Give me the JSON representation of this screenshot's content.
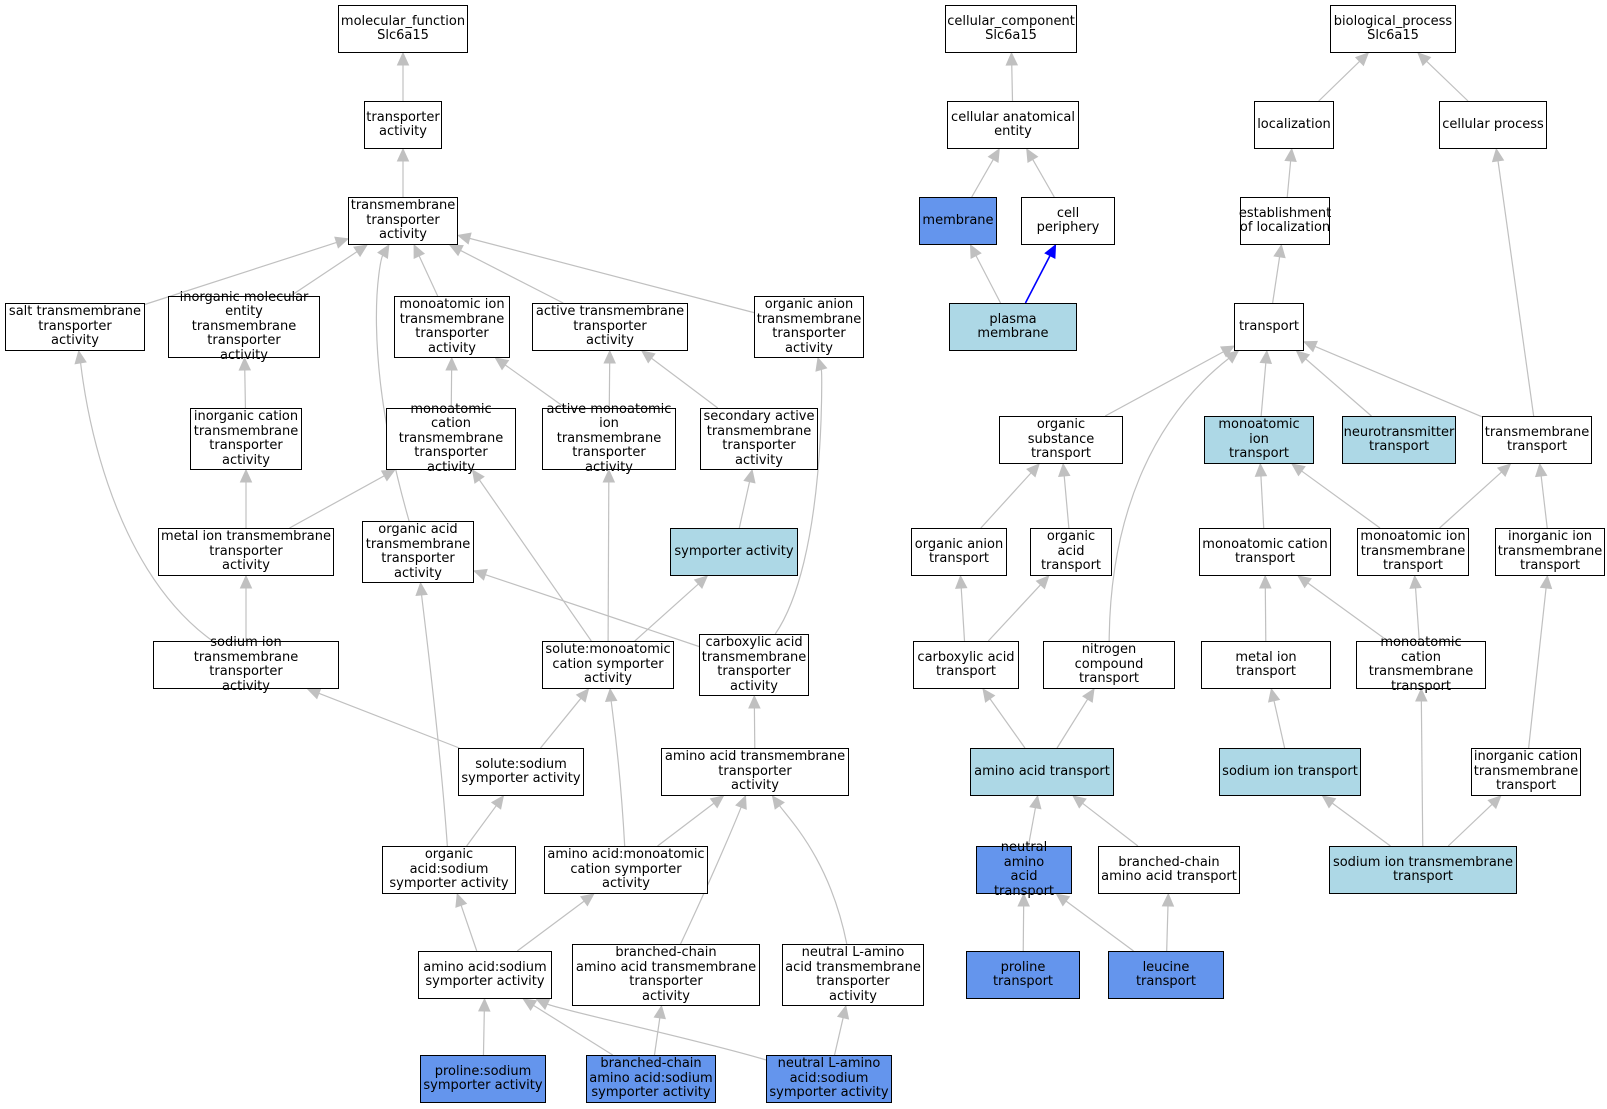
{
  "colors": {
    "plain": "#ffffff",
    "highlight_light": "#add8e6",
    "highlight_dark": "#6495ed",
    "edge": "#c0c0c0",
    "edge_special": "#0000ff"
  },
  "nodes": [
    {
      "id": "mf",
      "label": "molecular_function\nSlc6a15",
      "fill": "plain"
    },
    {
      "id": "ta",
      "label": "transporter\nactivity",
      "fill": "plain"
    },
    {
      "id": "tta",
      "label": "transmembrane\ntransporter\nactivity",
      "fill": "plain"
    },
    {
      "id": "salt",
      "label": "salt transmembrane\ntransporter\nactivity",
      "fill": "plain"
    },
    {
      "id": "inorgmol",
      "label": "inorganic molecular\nentity transmembrane\ntransporter\nactivity",
      "fill": "plain"
    },
    {
      "id": "monoion",
      "label": "monoatomic ion\ntransmembrane\ntransporter\nactivity",
      "fill": "plain"
    },
    {
      "id": "activetta",
      "label": "active transmembrane\ntransporter\nactivity",
      "fill": "plain"
    },
    {
      "id": "organion_a",
      "label": "organic anion\ntransmembrane\ntransporter\nactivity",
      "fill": "plain"
    },
    {
      "id": "inorgcat",
      "label": "inorganic cation\ntransmembrane\ntransporter\nactivity",
      "fill": "plain"
    },
    {
      "id": "monocat_a",
      "label": "monoatomic cation\ntransmembrane\ntransporter\nactivity",
      "fill": "plain"
    },
    {
      "id": "activemono",
      "label": "active monoatomic\nion transmembrane\ntransporter\nactivity",
      "fill": "plain"
    },
    {
      "id": "secactive",
      "label": "secondary active\ntransmembrane\ntransporter\nactivity",
      "fill": "plain"
    },
    {
      "id": "metalion_a",
      "label": "metal ion transmembrane\ntransporter\nactivity",
      "fill": "plain"
    },
    {
      "id": "organacid_a",
      "label": "organic acid\ntransmembrane\ntransporter\nactivity",
      "fill": "plain"
    },
    {
      "id": "symporter",
      "label": "symporter activity",
      "fill": "light"
    },
    {
      "id": "sodium_a",
      "label": "sodium ion transmembrane\ntransporter\nactivity",
      "fill": "plain"
    },
    {
      "id": "solmonocat",
      "label": "solute:monoatomic\ncation symporter\nactivity",
      "fill": "plain"
    },
    {
      "id": "carbox_a",
      "label": "carboxylic acid\ntransmembrane\ntransporter\nactivity",
      "fill": "plain"
    },
    {
      "id": "solsod",
      "label": "solute:sodium\nsymporter activity",
      "fill": "plain"
    },
    {
      "id": "aatta",
      "label": "amino acid transmembrane\ntransporter\nactivity",
      "fill": "plain"
    },
    {
      "id": "orgacidsod",
      "label": "organic acid:sodium\nsymporter activity",
      "fill": "plain"
    },
    {
      "id": "aamonocat",
      "label": "amino acid:monoatomic\ncation symporter\nactivity",
      "fill": "plain"
    },
    {
      "id": "aasod",
      "label": "amino acid:sodium\nsymporter activity",
      "fill": "plain"
    },
    {
      "id": "bcaa_tta",
      "label": "branched-chain\namino acid transmembrane\ntransporter\nactivity",
      "fill": "plain"
    },
    {
      "id": "nlaa_tta",
      "label": "neutral L-amino\nacid transmembrane\ntransporter\nactivity",
      "fill": "plain"
    },
    {
      "id": "prosod",
      "label": "proline:sodium\nsymporter activity",
      "fill": "dark"
    },
    {
      "id": "bcaasod",
      "label": "branched-chain\namino acid:sodium\nsymporter activity",
      "fill": "dark"
    },
    {
      "id": "nlaasod",
      "label": "neutral L-amino\nacid:sodium\nsymporter activity",
      "fill": "dark"
    },
    {
      "id": "cc",
      "label": "cellular_component\nSlc6a15",
      "fill": "plain"
    },
    {
      "id": "cae",
      "label": "cellular anatomical\nentity",
      "fill": "plain"
    },
    {
      "id": "membrane",
      "label": "membrane",
      "fill": "dark"
    },
    {
      "id": "cellper",
      "label": "cell periphery",
      "fill": "plain"
    },
    {
      "id": "plasmam",
      "label": "plasma membrane",
      "fill": "light"
    },
    {
      "id": "bp",
      "label": "biological_process\nSlc6a15",
      "fill": "plain"
    },
    {
      "id": "loc",
      "label": "localization",
      "fill": "plain"
    },
    {
      "id": "cellproc",
      "label": "cellular process",
      "fill": "plain"
    },
    {
      "id": "estloc",
      "label": "establishment\nof localization",
      "fill": "plain"
    },
    {
      "id": "transport",
      "label": "transport",
      "fill": "plain"
    },
    {
      "id": "orgsub",
      "label": "organic substance\ntransport",
      "fill": "plain"
    },
    {
      "id": "monoiontr",
      "label": "monoatomic ion\ntransport",
      "fill": "light"
    },
    {
      "id": "neurotr",
      "label": "neurotransmitter\ntransport",
      "fill": "light"
    },
    {
      "id": "tmtr",
      "label": "transmembrane\ntransport",
      "fill": "plain"
    },
    {
      "id": "organiontr",
      "label": "organic anion\ntransport",
      "fill": "plain"
    },
    {
      "id": "orgacidtr",
      "label": "organic acid\ntransport",
      "fill": "plain"
    },
    {
      "id": "monocattr",
      "label": "monoatomic cation\ntransport",
      "fill": "plain"
    },
    {
      "id": "monoiontmtr",
      "label": "monoatomic ion\ntransmembrane\ntransport",
      "fill": "plain"
    },
    {
      "id": "inorgiontmtr",
      "label": "inorganic ion\ntransmembrane\ntransport",
      "fill": "plain"
    },
    {
      "id": "carboxtr",
      "label": "carboxylic acid\ntransport",
      "fill": "plain"
    },
    {
      "id": "nitrotr",
      "label": "nitrogen compound\ntransport",
      "fill": "plain"
    },
    {
      "id": "metaliontr",
      "label": "metal ion transport",
      "fill": "plain"
    },
    {
      "id": "monocattmtr",
      "label": "monoatomic cation\ntransmembrane\ntransport",
      "fill": "plain"
    },
    {
      "id": "aatr",
      "label": "amino acid transport",
      "fill": "light"
    },
    {
      "id": "sodiumtr",
      "label": "sodium ion transport",
      "fill": "light"
    },
    {
      "id": "inorgcattmtr",
      "label": "inorganic cation\ntransmembrane\ntransport",
      "fill": "plain"
    },
    {
      "id": "neutaatr",
      "label": "neutral amino\nacid transport",
      "fill": "dark"
    },
    {
      "id": "bcaatr",
      "label": "branched-chain\namino acid transport",
      "fill": "plain"
    },
    {
      "id": "sodiumtmtr",
      "label": "sodium ion transmembrane\ntransport",
      "fill": "light"
    },
    {
      "id": "protr",
      "label": "proline transport",
      "fill": "dark"
    },
    {
      "id": "leutr",
      "label": "leucine transport",
      "fill": "dark"
    }
  ],
  "edges": [
    {
      "from": "ta",
      "to": "mf"
    },
    {
      "from": "tta",
      "to": "ta"
    },
    {
      "from": "salt",
      "to": "tta"
    },
    {
      "from": "inorgmol",
      "to": "tta"
    },
    {
      "from": "monoion",
      "to": "tta"
    },
    {
      "from": "activetta",
      "to": "tta"
    },
    {
      "from": "organion_a",
      "to": "tta"
    },
    {
      "from": "organacid_a",
      "to": "tta"
    },
    {
      "from": "inorgcat",
      "to": "inorgmol"
    },
    {
      "from": "monocat_a",
      "to": "monoion"
    },
    {
      "from": "activemono",
      "to": "monoion"
    },
    {
      "from": "activemono",
      "to": "activetta"
    },
    {
      "from": "secactive",
      "to": "activetta"
    },
    {
      "from": "metalion_a",
      "to": "inorgcat"
    },
    {
      "from": "metalion_a",
      "to": "monocat_a"
    },
    {
      "from": "symporter",
      "to": "secactive"
    },
    {
      "from": "sodium_a",
      "to": "metalion_a"
    },
    {
      "from": "sodium_a",
      "to": "salt"
    },
    {
      "from": "solmonocat",
      "to": "monocat_a"
    },
    {
      "from": "solmonocat",
      "to": "activemono"
    },
    {
      "from": "solmonocat",
      "to": "symporter"
    },
    {
      "from": "carbox_a",
      "to": "organacid_a"
    },
    {
      "from": "carbox_a",
      "to": "organion_a"
    },
    {
      "from": "solsod",
      "to": "sodium_a"
    },
    {
      "from": "solsod",
      "to": "solmonocat"
    },
    {
      "from": "aatta",
      "to": "carbox_a"
    },
    {
      "from": "orgacidsod",
      "to": "organacid_a"
    },
    {
      "from": "orgacidsod",
      "to": "solsod"
    },
    {
      "from": "aamonocat",
      "to": "solmonocat"
    },
    {
      "from": "aamonocat",
      "to": "aatta"
    },
    {
      "from": "aasod",
      "to": "orgacidsod"
    },
    {
      "from": "aasod",
      "to": "aamonocat"
    },
    {
      "from": "bcaa_tta",
      "to": "aatta"
    },
    {
      "from": "nlaa_tta",
      "to": "aatta"
    },
    {
      "from": "prosod",
      "to": "aasod"
    },
    {
      "from": "bcaasod",
      "to": "aasod"
    },
    {
      "from": "bcaasod",
      "to": "bcaa_tta"
    },
    {
      "from": "nlaasod",
      "to": "aasod"
    },
    {
      "from": "nlaasod",
      "to": "nlaa_tta"
    },
    {
      "from": "cae",
      "to": "cc"
    },
    {
      "from": "membrane",
      "to": "cae"
    },
    {
      "from": "cellper",
      "to": "cae"
    },
    {
      "from": "plasmam",
      "to": "membrane"
    },
    {
      "from": "plasmam",
      "to": "cellper",
      "special": true
    },
    {
      "from": "loc",
      "to": "bp"
    },
    {
      "from": "cellproc",
      "to": "bp"
    },
    {
      "from": "estloc",
      "to": "loc"
    },
    {
      "from": "transport",
      "to": "estloc"
    },
    {
      "from": "orgsub",
      "to": "transport"
    },
    {
      "from": "monoiontr",
      "to": "transport"
    },
    {
      "from": "neurotr",
      "to": "transport"
    },
    {
      "from": "tmtr",
      "to": "transport"
    },
    {
      "from": "tmtr",
      "to": "cellproc"
    },
    {
      "from": "nitrotr",
      "to": "transport"
    },
    {
      "from": "organiontr",
      "to": "orgsub"
    },
    {
      "from": "orgacidtr",
      "to": "orgsub"
    },
    {
      "from": "monocattr",
      "to": "monoiontr"
    },
    {
      "from": "monoiontmtr",
      "to": "monoiontr"
    },
    {
      "from": "monoiontmtr",
      "to": "tmtr"
    },
    {
      "from": "inorgiontmtr",
      "to": "tmtr"
    },
    {
      "from": "carboxtr",
      "to": "organiontr"
    },
    {
      "from": "carboxtr",
      "to": "orgacidtr"
    },
    {
      "from": "metaliontr",
      "to": "monocattr"
    },
    {
      "from": "monocattmtr",
      "to": "monocattr"
    },
    {
      "from": "monocattmtr",
      "to": "monoiontmtr"
    },
    {
      "from": "aatr",
      "to": "carboxtr"
    },
    {
      "from": "aatr",
      "to": "nitrotr"
    },
    {
      "from": "sodiumtr",
      "to": "metaliontr"
    },
    {
      "from": "inorgcattmtr",
      "to": "inorgiontmtr"
    },
    {
      "from": "neutaatr",
      "to": "aatr"
    },
    {
      "from": "bcaatr",
      "to": "aatr"
    },
    {
      "from": "sodiumtmtr",
      "to": "sodiumtr"
    },
    {
      "from": "sodiumtmtr",
      "to": "monocattmtr"
    },
    {
      "from": "sodiumtmtr",
      "to": "inorgcattmtr"
    },
    {
      "from": "protr",
      "to": "neutaatr"
    },
    {
      "from": "leutr",
      "to": "neutaatr"
    },
    {
      "from": "leutr",
      "to": "bcaatr"
    }
  ]
}
